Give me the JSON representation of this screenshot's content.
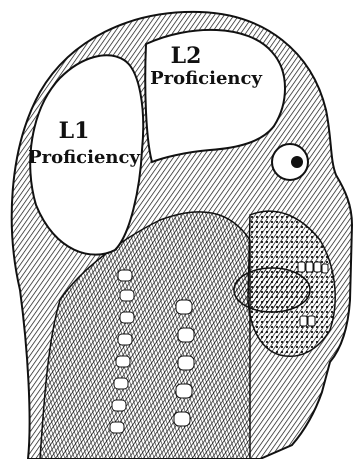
{
  "illustration": {
    "ink_color": "#111111",
    "paper_color": "#ffffff"
  },
  "lobes": {
    "left": {
      "line1": "L1",
      "line2": "Proficiency"
    },
    "right": {
      "line1": "L2",
      "line2": "Proficiency"
    }
  }
}
